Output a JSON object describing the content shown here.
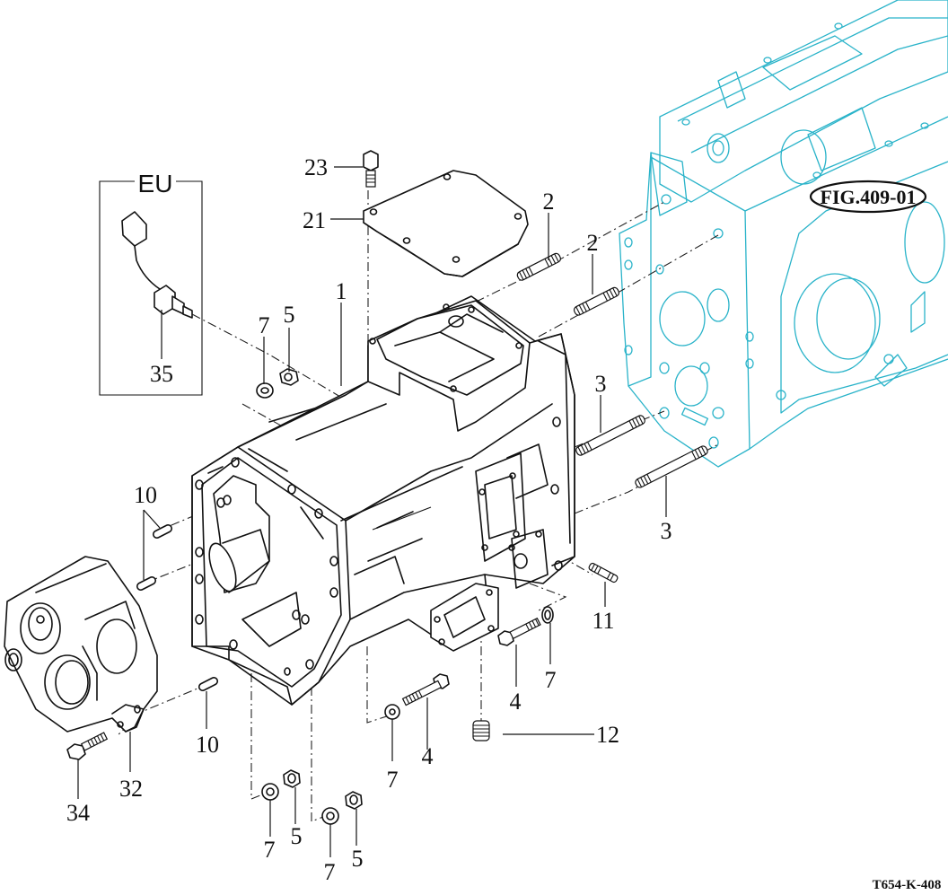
{
  "diagram": {
    "type": "exploded-parts-view",
    "figure_reference": "FIG.409-01",
    "document_id": "T654-K-408",
    "inset_label": "EU",
    "reference_color": "#29b3c9",
    "callouts": {
      "c1": "1",
      "c2a": "2",
      "c2b": "2",
      "c3a": "3",
      "c3b": "3",
      "c4a": "4",
      "c4b": "4",
      "c5a": "5",
      "c5b": "5",
      "c5c": "5",
      "c7a": "7",
      "c7b": "7",
      "c7c": "7",
      "c7d": "7",
      "c7e": "7",
      "c10a": "10",
      "c10b": "10",
      "c11": "11",
      "c12": "12",
      "c21": "21",
      "c23": "23",
      "c32": "32",
      "c34": "34",
      "c35": "35"
    }
  }
}
